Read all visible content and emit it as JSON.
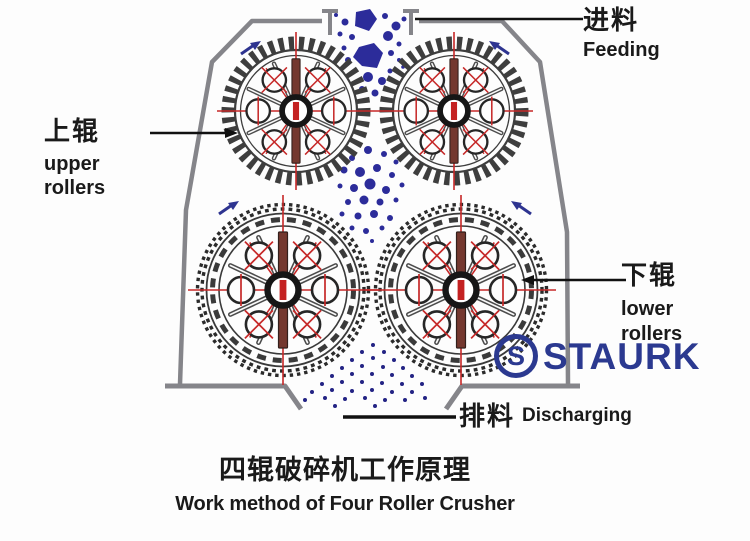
{
  "diagram": {
    "subject": "four-roller-crusher-working-principle",
    "region_labels_language": "Chinese + English"
  },
  "labels": {
    "feeding": {
      "zh": "进料",
      "en": "Feeding"
    },
    "upper_rollers": {
      "zh": "上辊",
      "en_line1": "upper",
      "en_line2": "rollers"
    },
    "lower_rollers": {
      "zh": "下辊",
      "en_line1": "lower",
      "en_line2": "rollers"
    },
    "discharging": {
      "zh": "排料",
      "en": "Discharging"
    }
  },
  "title": {
    "zh": "四辊破碎机工作原理",
    "en": "Work method of Four Roller Crusher"
  },
  "watermark": {
    "initial": "S",
    "name": "STAURK",
    "color": "#2b3990"
  },
  "colors": {
    "housing_gray": "#85858a",
    "roller_line_dark": "#3a3a3a",
    "centerline_red": "#c62828",
    "shaft_bar_maroon": "#74382f",
    "particle_blue": "#2c2c9a",
    "fine_particle_blue": "#232384",
    "rotation_arrow_navy": "#2e3490",
    "text_black": "#1a1a1a",
    "watermark_blue": "#2b3990",
    "background": "#fdfdfd"
  }
}
